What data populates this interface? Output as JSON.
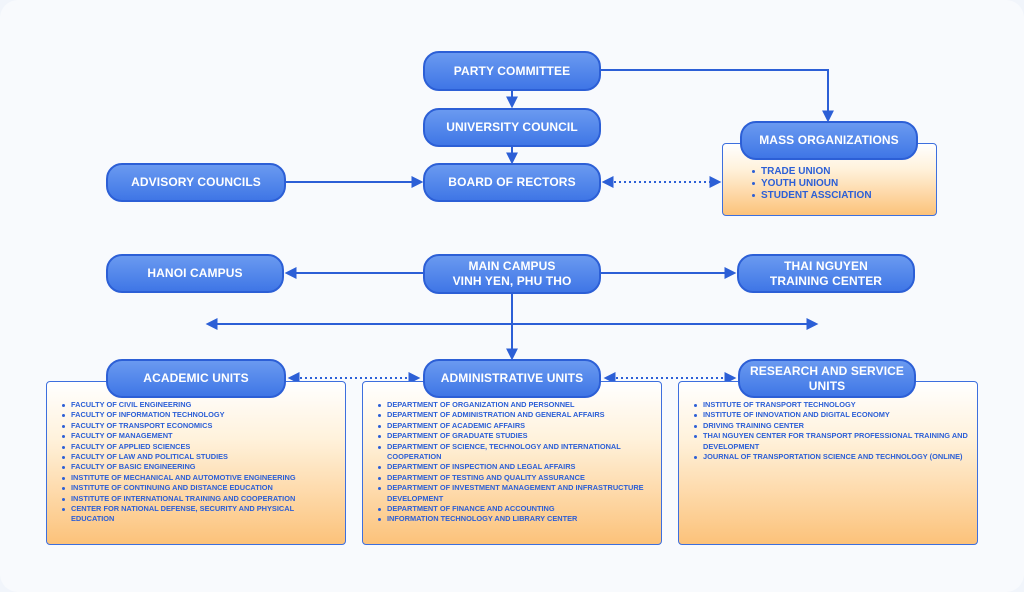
{
  "nodes": {
    "party_committee": "PARTY COMMITTEE",
    "university_council": "UNIVERSITY COUNCIL",
    "board_of_rectors": "BOARD OF RECTORS",
    "advisory_councils": "ADVISORY COUNCILS",
    "mass_organizations": "MASS ORGANIZATIONS",
    "hanoi_campus": "HANOI CAMPUS",
    "main_campus": "MAIN CAMPUS\nVINH YEN, PHU THO",
    "thai_nguyen": "THAI NGUYEN\nTRAINING CENTER",
    "academic_units": "ACADEMIC UNITS",
    "administrative_units": "ADMINISTRATIVE UNITS",
    "research_units": "RESEARCH AND SERVICE\nUNITS"
  },
  "mass_organizations_items": [
    "TRADE UNION",
    "YOUTH UNIOUN",
    "STUDENT ASSCIATION"
  ],
  "academic_items": [
    "FACULTY OF CIVIL ENGINEERING",
    "FACULTY OF INFORMATION TECHNOLOGY",
    "FACULTY OF TRANSPORT ECONOMICS",
    "FACULTY OF MANAGEMENT",
    "FACULTY OF APPLIED SCIENCES",
    "FACULTY OF LAW AND POLITICAL STUDIES",
    "FACULTY OF BASIC ENGINEERING",
    "INSTITUTE OF MECHANICAL AND AUTOMOTIVE ENGINEERING",
    "INSTITUTE OF CONTINUING AND DISTANCE EDUCATION",
    "INSTITUTE OF INTERNATIONAL TRAINING AND COOPERATION",
    "CENTER FOR NATIONAL DEFENSE, SECURITY AND PHYSICAL EDUCATION"
  ],
  "administrative_items": [
    "DEPARTMENT OF ORGANIZATION AND PERSONNEL",
    "DEPARTMENT OF ADMINISTRATION AND GENERAL AFFAIRS",
    "DEPARTMENT OF ACADEMIC AFFAIRS",
    "DEPARTMENT OF GRADUATE STUDIES",
    "DEPARTMENT OF SCIENCE, TECHNOLOGY AND INTERNATIONAL COOPERATION",
    "DEPARTMENT OF INSPECTION AND LEGAL AFFAIRS",
    "DEPARTMENT OF TESTING AND QUALITY ASSURANCE",
    "DEPARTMENT OF INVESTMENT MANAGEMENT AND INFRASTRUCTURE DEVELOPMENT",
    "DEPARTMENT OF FINANCE AND ACCOUNTING",
    "INFORMATION TECHNOLOGY AND LIBRARY CENTER"
  ],
  "research_items": [
    "INSTITUTE OF TRANSPORT TECHNOLOGY",
    "INSTITUTE OF INNOVATION AND DIGITAL ECONOMY",
    "DRIVING TRAINING CENTER",
    "THAI NGUYEN CENTER FOR TRANSPORT PROFESSIONAL TRAINING AND DEVELOPMENT",
    "JOURNAL OF TRANSPORTATION SCIENCE AND TECHNOLOGY (ONLINE)"
  ],
  "colors": {
    "node_fill": "#4a80ea",
    "node_border": "#2c5fd6",
    "connector": "#2c5fd6",
    "panel_bottom": "#fcc27a",
    "item_text": "#2c5fd6"
  }
}
